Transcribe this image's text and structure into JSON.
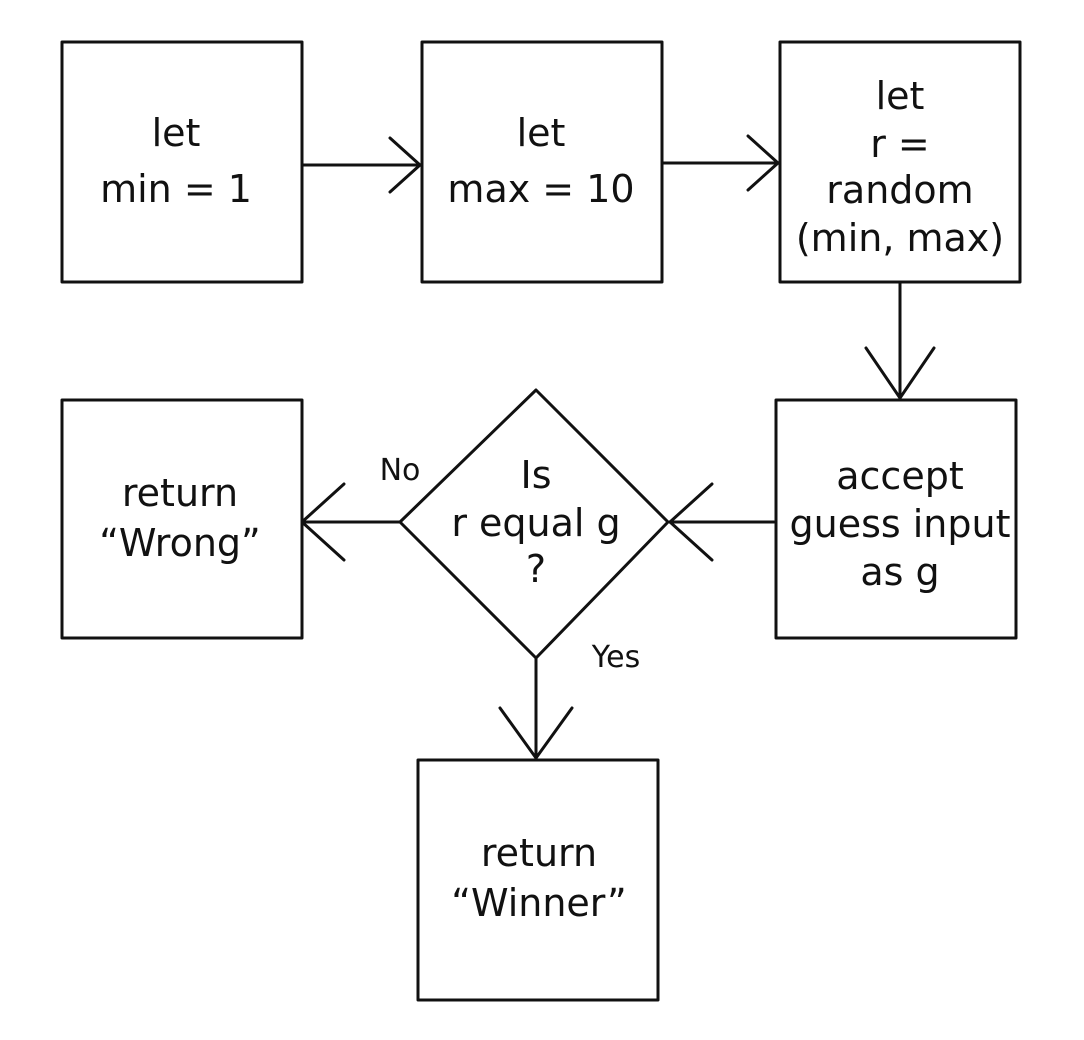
{
  "nodes": {
    "min": {
      "lines": [
        "let",
        "min = 1"
      ]
    },
    "max": {
      "lines": [
        "let",
        "max = 10"
      ]
    },
    "random": {
      "lines": [
        "let",
        "r =",
        "random",
        "(min, max)"
      ]
    },
    "guess": {
      "lines": [
        "accept",
        "guess input",
        "as g"
      ]
    },
    "decision": {
      "lines": [
        "Is",
        "r equal g",
        "?"
      ]
    },
    "wrong": {
      "lines": [
        "return",
        "“Wrong”"
      ]
    },
    "winner": {
      "lines": [
        "return",
        "“Winner”"
      ]
    }
  },
  "edges": {
    "no_label": "No",
    "yes_label": "Yes"
  },
  "colors": {
    "stroke": "#111111",
    "background": "#ffffff"
  }
}
